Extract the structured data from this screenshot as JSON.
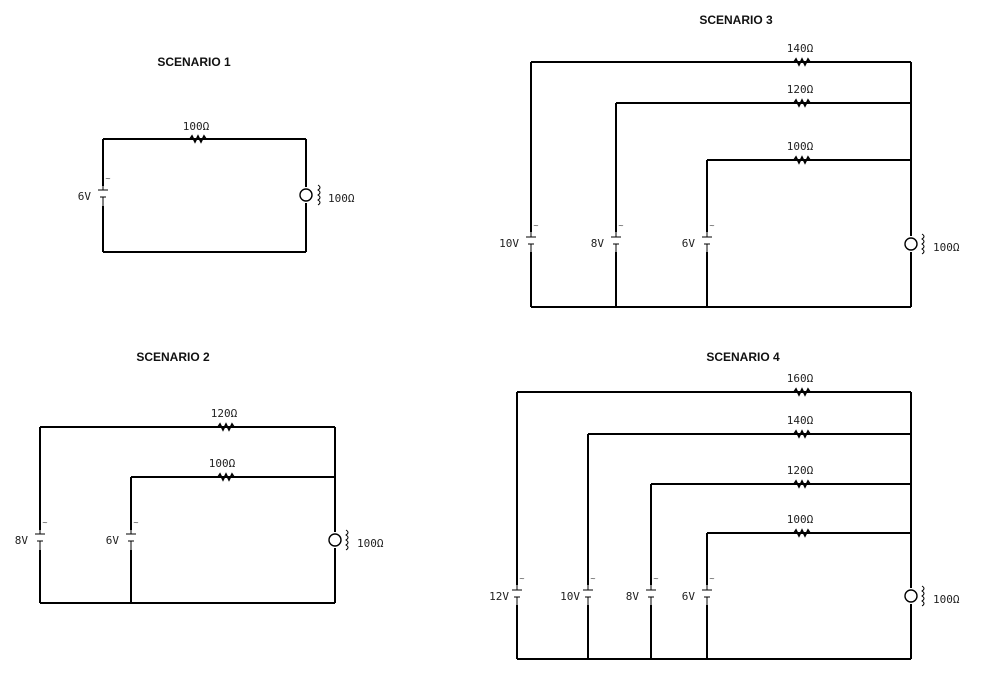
{
  "scenarios": [
    {
      "title": "SCENARIO 1",
      "batteries": [
        "6V"
      ],
      "resistors": [
        "100Ω"
      ],
      "load": {
        "label": "100Ω",
        "icon": "lamp-icon"
      }
    },
    {
      "title": "SCENARIO 2",
      "batteries": [
        "8V",
        "6V"
      ],
      "resistors": [
        "120Ω",
        "100Ω"
      ],
      "load": {
        "label": "100Ω",
        "icon": "lamp-icon"
      }
    },
    {
      "title": "SCENARIO 3",
      "batteries": [
        "10V",
        "8V",
        "6V"
      ],
      "resistors": [
        "140Ω",
        "120Ω",
        "100Ω"
      ],
      "load": {
        "label": "100Ω",
        "icon": "lamp-icon"
      }
    },
    {
      "title": "SCENARIO 4",
      "batteries": [
        "12V",
        "10V",
        "8V",
        "6V"
      ],
      "resistors": [
        "160Ω",
        "140Ω",
        "120Ω",
        "100Ω"
      ],
      "load": {
        "label": "100Ω",
        "icon": "lamp-icon"
      }
    }
  ]
}
